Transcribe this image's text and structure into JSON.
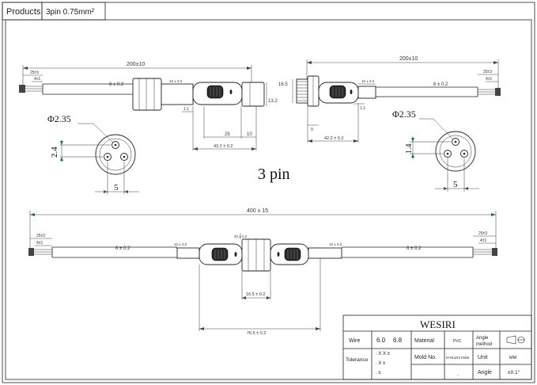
{
  "header": {
    "products_label": "Products",
    "products_value": "3pin  0.75mm²"
  },
  "center_label": "3 pin",
  "connector_left": {
    "overall": "200±10",
    "strip_outer": "25±3",
    "strip_inner": "4±1",
    "cable_dia": "6 ± 0.2",
    "cable_small": "10 ± 0.2",
    "body_dia": "13.2",
    "dim_1_1": "1.1",
    "dim_25": "25",
    "dim_10": "10",
    "dim_total": "43.2 ± 0.2",
    "face_dia": "Φ2.35",
    "face_vert": "2.4",
    "face_horiz": "5"
  },
  "connector_right": {
    "overall": "200±10",
    "strip_outer": "25±3",
    "strip_inner": "4±1",
    "cable_dia": "6 ± 0.2",
    "cable_small": "10 ± 0.2",
    "thread_dia": "16.5",
    "dim_1_1": "1.1",
    "dim_9": "9",
    "dim_total": "42.2 ± 0.2",
    "face_dia": "Φ2.35",
    "face_vert": "1.4",
    "face_horiz": "5"
  },
  "assembly": {
    "overall": "400 ± 15",
    "strip_outer_left": "25±3",
    "strip_inner_left": "4±1",
    "strip_outer_right": "25±3",
    "strip_inner_right": "4±1",
    "cable_left": "6 ± 0.2",
    "cable_right": "6 ± 0.2",
    "small_left": "10 ± 0.2",
    "small_right": "10 ± 0.2",
    "nut_dia": "20 ± 0.2",
    "nut_len": "16.5 ± 0.2",
    "total_len": "76.5 ± 0.2"
  },
  "title_block": {
    "brand": "WESIRI",
    "wire_label": "Wire",
    "wire_val1": "6.0",
    "wire_val2": "6.8",
    "material_label": "Material",
    "material_value": "PVC",
    "angle_method_label": "Angle\nmethod",
    "tolerance_label": "Tolerance",
    "tol_1": ". X X ±",
    "tol_2": ". X ±",
    "tol_3": ". ±",
    "mold_label": "Mold No.",
    "mold_value": "HYK101Y029",
    "unit_label": "Unit",
    "unit_value": "MM",
    "angle_label": "Angle",
    "angle_value": "±0.1°",
    "dot": "."
  }
}
